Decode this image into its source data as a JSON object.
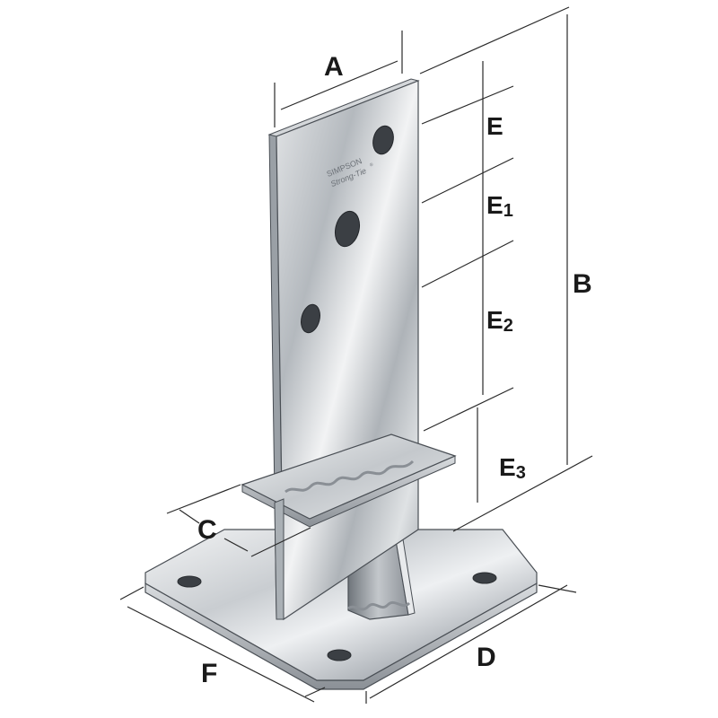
{
  "brand": {
    "line1": "SIMPSON",
    "line2": "Strong-Tie",
    "mark": "®"
  },
  "labels": {
    "A": "A",
    "B": "B",
    "C": "C",
    "D": "D",
    "E": "E",
    "E1": "E",
    "E1_sub": "1",
    "E2": "E",
    "E2_sub": "2",
    "E3": "E",
    "E3_sub": "3",
    "F": "F"
  },
  "colors": {
    "steel_light": "#eceef0",
    "steel_mid": "#b9bec3",
    "steel_dark": "#7d838a",
    "edge": "#4a4f55",
    "dimension_line": "#2a2a2a",
    "label": "#1a1a1a"
  }
}
